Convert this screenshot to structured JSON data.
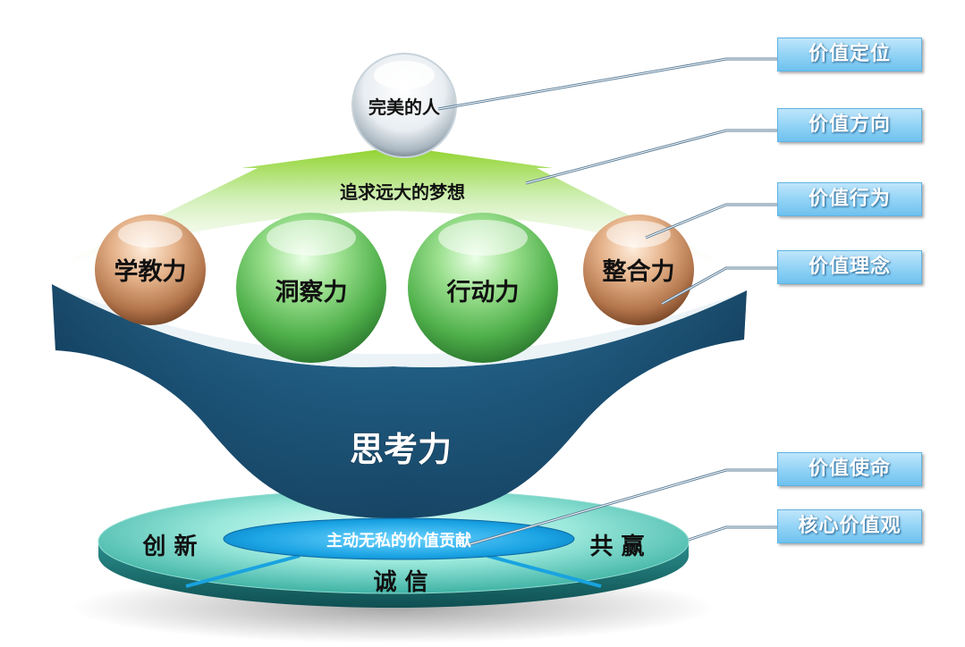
{
  "colors": {
    "accent_blue": "#8fd2f5",
    "funnel_dark": "#123a5a",
    "green_sphere": "#5fbe5a",
    "brown_sphere": "#c98b5f",
    "base_teal": "#5fd2c4",
    "inner_ellipse": "#1ea8e6"
  },
  "top_sphere": {
    "label": "完美的人"
  },
  "arrow": {
    "label": "追求远大的梦想"
  },
  "spheres": [
    {
      "label": "学教力",
      "color": "brown"
    },
    {
      "label": "洞察力",
      "color": "green"
    },
    {
      "label": "行动力",
      "color": "green"
    },
    {
      "label": "整合力",
      "color": "brown"
    }
  ],
  "funnel": {
    "label": "思考力"
  },
  "base": {
    "center_label": "主动无私的价值贡献",
    "left_label": "创 新",
    "right_label": "共 赢",
    "bottom_label": "诚 信"
  },
  "tags": [
    {
      "label": "价值定位"
    },
    {
      "label": "价值方向"
    },
    {
      "label": "价值行为"
    },
    {
      "label": "价值理念"
    },
    {
      "label": "价值使命"
    },
    {
      "label": "核心价值观"
    }
  ]
}
